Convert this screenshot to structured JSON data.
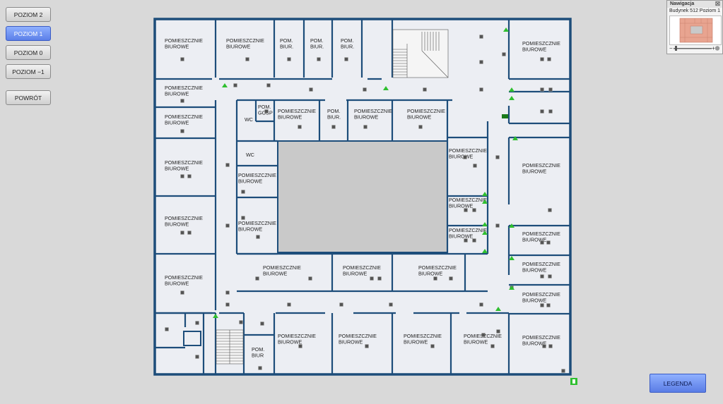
{
  "sidebar": {
    "buttons": [
      {
        "label": "POZIOM 2"
      },
      {
        "label": "POZIOM 1"
      },
      {
        "label": "POZIOM 0"
      },
      {
        "label": "POZIOM −1"
      },
      {
        "label": "POWRÓT"
      }
    ]
  },
  "navigation": {
    "title": "Nawigacja",
    "close": "☒",
    "subtitle": "Budynek 512 Poziom 1"
  },
  "legend": {
    "label": "LEGENDA"
  },
  "colors": {
    "background": "#d9d9d9",
    "floor": "#eceef3",
    "wall": "#1d4d7a",
    "courtyard": "#c9c9c9",
    "active_button": "#6e90f2",
    "sensor_green": "#2fbf2f",
    "thumbnail_rooms": "#e8a490"
  },
  "rooms": {
    "biurowe": "POMIESZCZNIE BIUROWE",
    "pom_biur": "POM. BIUR.",
    "pom_biur_nodot": "POM. BIUR",
    "pom_gosp": "POM. GOSP",
    "wc": "WC"
  }
}
